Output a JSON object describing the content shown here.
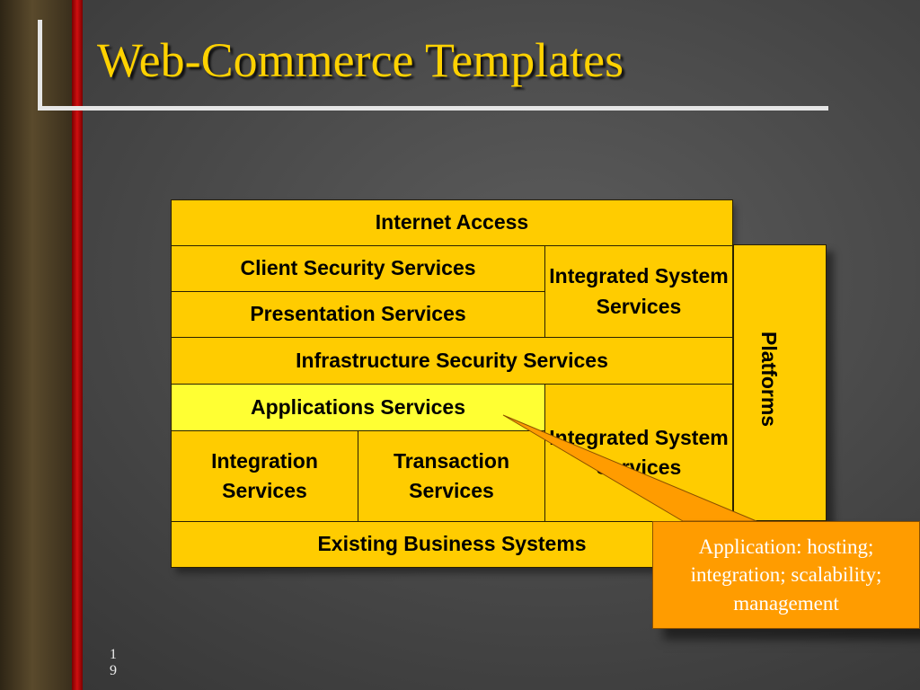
{
  "slide": {
    "title": "Web-Commerce Templates",
    "page_number": "19"
  },
  "diagram": {
    "internet_access": "Internet Access",
    "client_security": "Client Security Services",
    "presentation": "Presentation Services",
    "integrated_system_top": "Integrated System Services",
    "infrastructure_security": "Infrastructure Security Services",
    "applications": "Applications Services",
    "integrated_system_bottom": "Integrated System Services",
    "integration": "Integration Services",
    "transaction": "Transaction Services",
    "existing_business": "Existing Business Systems",
    "platforms": "Platforms"
  },
  "callout": {
    "text": "Application: hosting; integration; scalability; management"
  },
  "colors": {
    "block": "#ffcc00",
    "highlight": "#ffff33",
    "callout": "#ff9c00",
    "title": "#ffd200"
  }
}
